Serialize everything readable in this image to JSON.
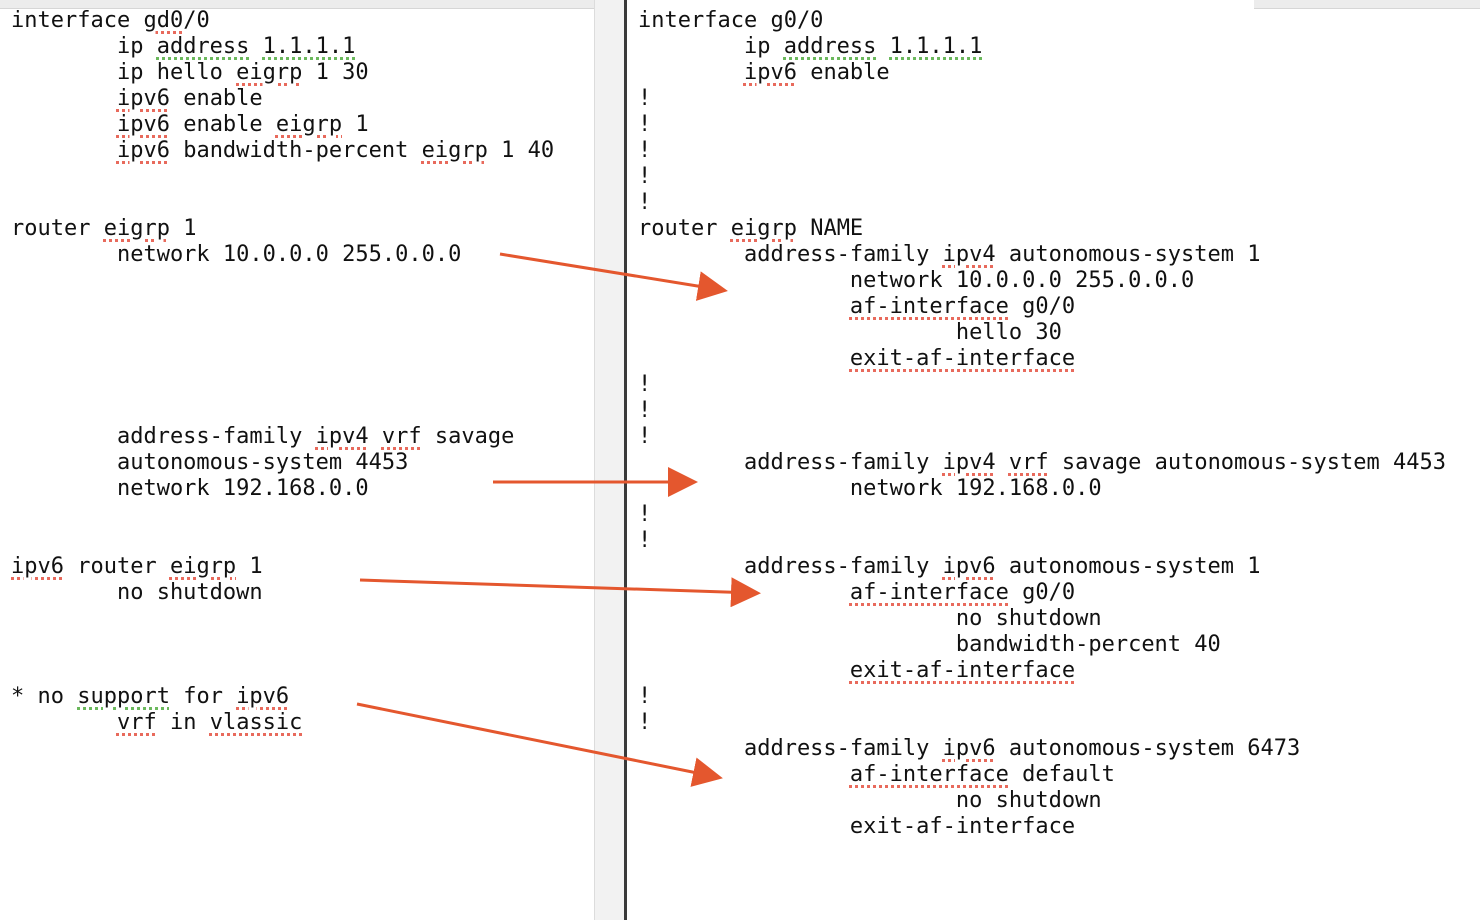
{
  "colors": {
    "arrow": "#e4572e",
    "spell_squiggle": "#e86a5c",
    "grammar_squiggle": "#6bb85c",
    "text": "#111111",
    "divider": "#3a3a3a"
  },
  "left_pane": {
    "lines": [
      [
        {
          "t": "interface "
        },
        {
          "t": "gd0",
          "sq": "red"
        },
        {
          "t": "/0"
        }
      ],
      [
        {
          "t": "        ip "
        },
        {
          "t": "address",
          "sq": "green"
        },
        {
          "t": " "
        },
        {
          "t": "1.1.1.1",
          "sq": "green"
        }
      ],
      [
        {
          "t": "        ip hello "
        },
        {
          "t": "eigrp",
          "sq": "red"
        },
        {
          "t": " 1 30"
        }
      ],
      [
        {
          "t": "        "
        },
        {
          "t": "ipv6",
          "sq": "red"
        },
        {
          "t": " enable"
        }
      ],
      [
        {
          "t": "        "
        },
        {
          "t": "ipv6",
          "sq": "red"
        },
        {
          "t": " enable "
        },
        {
          "t": "eigrp",
          "sq": "red"
        },
        {
          "t": " 1"
        }
      ],
      [
        {
          "t": "        "
        },
        {
          "t": "ipv6",
          "sq": "red"
        },
        {
          "t": " bandwidth-percent "
        },
        {
          "t": "eigrp",
          "sq": "red"
        },
        {
          "t": " 1 40"
        }
      ],
      [],
      [],
      [
        {
          "t": "router "
        },
        {
          "t": "eigrp",
          "sq": "red"
        },
        {
          "t": " 1"
        }
      ],
      [
        {
          "t": "        network 10.0.0.0 255.0.0.0"
        }
      ],
      [],
      [],
      [],
      [],
      [],
      [],
      [
        {
          "t": "        address-family "
        },
        {
          "t": "ipv4",
          "sq": "red"
        },
        {
          "t": " "
        },
        {
          "t": "vrf",
          "sq": "red"
        },
        {
          "t": " savage"
        }
      ],
      [
        {
          "t": "        autonomous-system 4453"
        }
      ],
      [
        {
          "t": "        network 192.168.0.0"
        }
      ],
      [],
      [],
      [
        {
          "t": "ipv6",
          "sq": "red"
        },
        {
          "t": " router "
        },
        {
          "t": "eigrp",
          "sq": "red"
        },
        {
          "t": " 1"
        }
      ],
      [
        {
          "t": "        no shutdown"
        }
      ],
      [],
      [],
      [],
      [
        {
          "t": "* no "
        },
        {
          "t": "support",
          "sq": "green"
        },
        {
          "t": " for "
        },
        {
          "t": "ipv6",
          "sq": "red"
        }
      ],
      [
        {
          "t": "        "
        },
        {
          "t": "vrf",
          "sq": "red"
        },
        {
          "t": " in "
        },
        {
          "t": "vlassic",
          "sq": "red"
        }
      ]
    ]
  },
  "right_pane": {
    "lines": [
      [
        {
          "t": "interface g0/0"
        }
      ],
      [
        {
          "t": "        ip "
        },
        {
          "t": "address",
          "sq": "green"
        },
        {
          "t": " "
        },
        {
          "t": "1.1.1.1",
          "sq": "green"
        }
      ],
      [
        {
          "t": "        "
        },
        {
          "t": "ipv6",
          "sq": "red"
        },
        {
          "t": " enable"
        }
      ],
      [
        {
          "t": "!"
        }
      ],
      [
        {
          "t": "!"
        }
      ],
      [
        {
          "t": "!"
        }
      ],
      [
        {
          "t": "!"
        }
      ],
      [
        {
          "t": "!"
        }
      ],
      [
        {
          "t": "router "
        },
        {
          "t": "eigrp",
          "sq": "red"
        },
        {
          "t": " NAME"
        }
      ],
      [
        {
          "t": "        address-family "
        },
        {
          "t": "ipv4",
          "sq": "red"
        },
        {
          "t": " autonomous-system 1"
        }
      ],
      [
        {
          "t": "                network 10.0.0.0 255.0.0.0"
        }
      ],
      [
        {
          "t": "                "
        },
        {
          "t": "af-interface",
          "sq": "red"
        },
        {
          "t": " g0/0"
        }
      ],
      [
        {
          "t": "                        hello 30"
        }
      ],
      [
        {
          "t": "                "
        },
        {
          "t": "exit-af-interface",
          "sq": "red"
        }
      ],
      [
        {
          "t": "!"
        }
      ],
      [
        {
          "t": "!"
        }
      ],
      [
        {
          "t": "!"
        }
      ],
      [
        {
          "t": "        address-family "
        },
        {
          "t": "ipv4",
          "sq": "red"
        },
        {
          "t": " "
        },
        {
          "t": "vrf",
          "sq": "red"
        },
        {
          "t": " savage autonomous-system 4453"
        }
      ],
      [
        {
          "t": "                network 192.168.0.0"
        }
      ],
      [
        {
          "t": "!"
        }
      ],
      [
        {
          "t": "!"
        }
      ],
      [
        {
          "t": "        address-family "
        },
        {
          "t": "ipv6",
          "sq": "red"
        },
        {
          "t": " autonomous-system 1"
        }
      ],
      [
        {
          "t": "                "
        },
        {
          "t": "af-interface",
          "sq": "red"
        },
        {
          "t": " g0/0"
        }
      ],
      [
        {
          "t": "                        no shutdown"
        }
      ],
      [
        {
          "t": "                        bandwidth-percent 40"
        }
      ],
      [
        {
          "t": "                "
        },
        {
          "t": "exit-af-interface",
          "sq": "red"
        }
      ],
      [
        {
          "t": "!"
        }
      ],
      [
        {
          "t": "!"
        }
      ],
      [
        {
          "t": "        address-family "
        },
        {
          "t": "ipv6",
          "sq": "red"
        },
        {
          "t": " autonomous-system 6473"
        }
      ],
      [
        {
          "t": "                "
        },
        {
          "t": "af-interface",
          "sq": "red"
        },
        {
          "t": " default"
        }
      ],
      [
        {
          "t": "                        no shutdown"
        }
      ],
      [
        {
          "t": "                exit-af-interface"
        }
      ]
    ]
  }
}
